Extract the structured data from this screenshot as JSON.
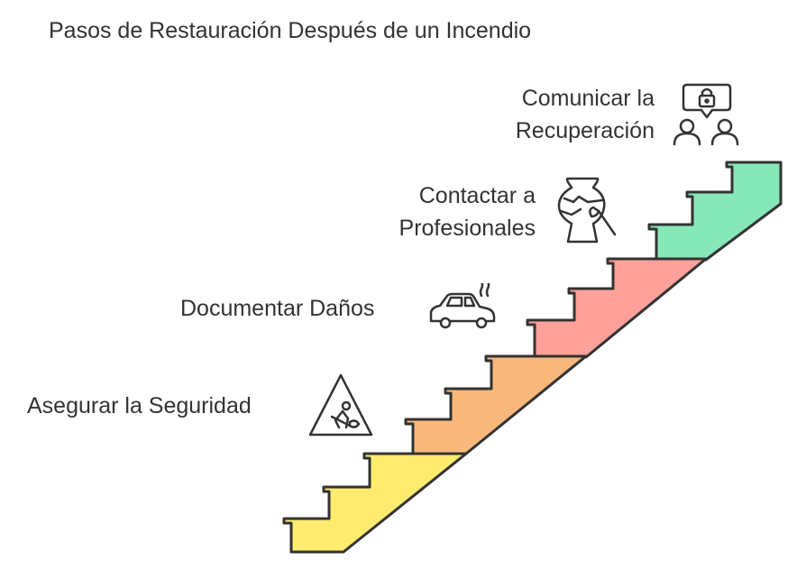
{
  "title": "Pasos de Restauración Después de un Incendio",
  "steps": [
    {
      "lines": [
        "Asegurar la Seguridad"
      ],
      "color": "#FFEC6E",
      "icon": "construction-worker-sign-icon"
    },
    {
      "lines": [
        "Documentar Daños"
      ],
      "color": "#F9B87B",
      "icon": "damaged-car-icon"
    },
    {
      "lines": [
        "Contactar a",
        "Profesionales"
      ],
      "color": "#FFA19A",
      "icon": "vase-restoration-icon"
    },
    {
      "lines": [
        "Comunicar la",
        "Recuperación"
      ],
      "color": "#86E8B8",
      "icon": "secure-communication-icon"
    }
  ]
}
